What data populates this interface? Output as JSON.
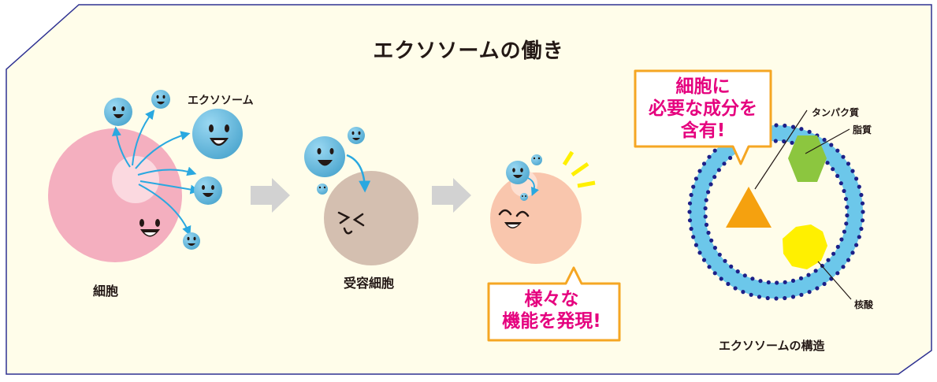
{
  "title": "エクソソームの働き",
  "labels": {
    "cell": "細胞",
    "exosome": "エクソソーム",
    "recipient_cell": "受容細胞"
  },
  "callouts": {
    "effects": [
      "様々な",
      "機能を発現!"
    ],
    "contains": [
      "細胞に",
      "必要な成分を",
      "含有!"
    ]
  },
  "structure": {
    "caption": "エクソソームの構造",
    "components": {
      "protein": "タンパク質",
      "lipid": "脂質",
      "nucleic_acid": "核酸"
    }
  },
  "colors": {
    "background": "#fffdea",
    "frame": "#2e3192",
    "cell": "#f4afbf",
    "exosome": "#62bde0",
    "recipient_before": "#d4bfb0",
    "recipient_after": "#f9c6ad",
    "arrow": "#29a8e0",
    "callout_text": "#e5007e",
    "callout_border": "#f5a623",
    "protein": "#f5a10f",
    "lipid": "#8cc63f",
    "nucleic_acid": "#fff000",
    "membrane_dot": "#1d2088"
  }
}
